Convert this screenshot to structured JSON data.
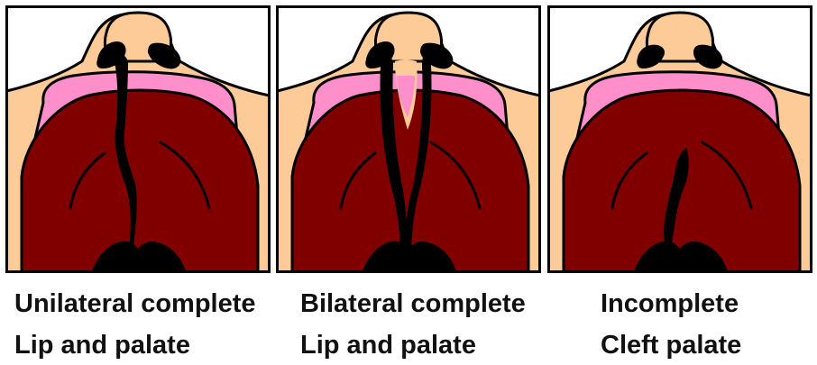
{
  "figure": {
    "panels": [
      {
        "variant": "unilateral",
        "caption_line1": "Unilateral complete",
        "caption_line2": "Lip and palate"
      },
      {
        "variant": "bilateral",
        "caption_line1": "Bilateral complete",
        "caption_line2": "Lip and palate"
      },
      {
        "variant": "incomplete",
        "caption_line1": "Incomplete",
        "caption_line2": "Cleft palate"
      }
    ],
    "colors": {
      "skin": "#FDCB98",
      "gum": "#FF8FCB",
      "palate": "#800000",
      "outline": "#000000",
      "background": "#FFFFFF"
    }
  }
}
